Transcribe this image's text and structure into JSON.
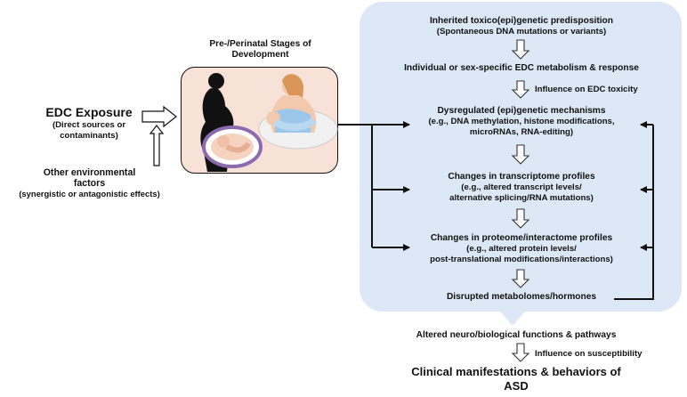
{
  "left": {
    "edc_title": "EDC Exposure",
    "edc_sub": [
      "(Direct sources or",
      "contaminants)"
    ],
    "other_title": [
      "Other environmental",
      "factors"
    ],
    "other_sub": "(synergistic or antagonistic effects)"
  },
  "stages": {
    "title": [
      "Pre-/Perinatal Stages of",
      "Development"
    ]
  },
  "panel": {
    "inherited": [
      "Inherited toxico(epi)genetic predisposition",
      "(Spontaneous DNA mutations or variants)"
    ],
    "metabolism": "Individual or sex-specific EDC metabolism & response",
    "influence_toxicity": "Influence on EDC toxicity",
    "dysregulated": [
      "Dysregulated (epi)genetic mechanisms",
      "(e.g., DNA methylation, histone modifications,",
      "microRNAs, RNA-editing)"
    ],
    "transcriptome": [
      "Changes in transcriptome profiles",
      "(e.g., altered transcript levels/",
      "alternative splicing/RNA mutations)"
    ],
    "proteome": [
      "Changes in proteome/interactome profiles",
      "(e.g., altered protein levels/",
      "post-translational modifications/interactions)"
    ],
    "metabolomes": "Disrupted metabolomes/hormones"
  },
  "bottom": {
    "neuro": "Altered neuro/biological functions & pathways",
    "influence_susceptibility": "Influence on susceptibility",
    "clinical": [
      "Clinical manifestations & behaviors of",
      "ASD"
    ]
  },
  "colors": {
    "panel": "#dce8f6",
    "stage_box": "#f8e2d8",
    "arrow": "#111111"
  }
}
